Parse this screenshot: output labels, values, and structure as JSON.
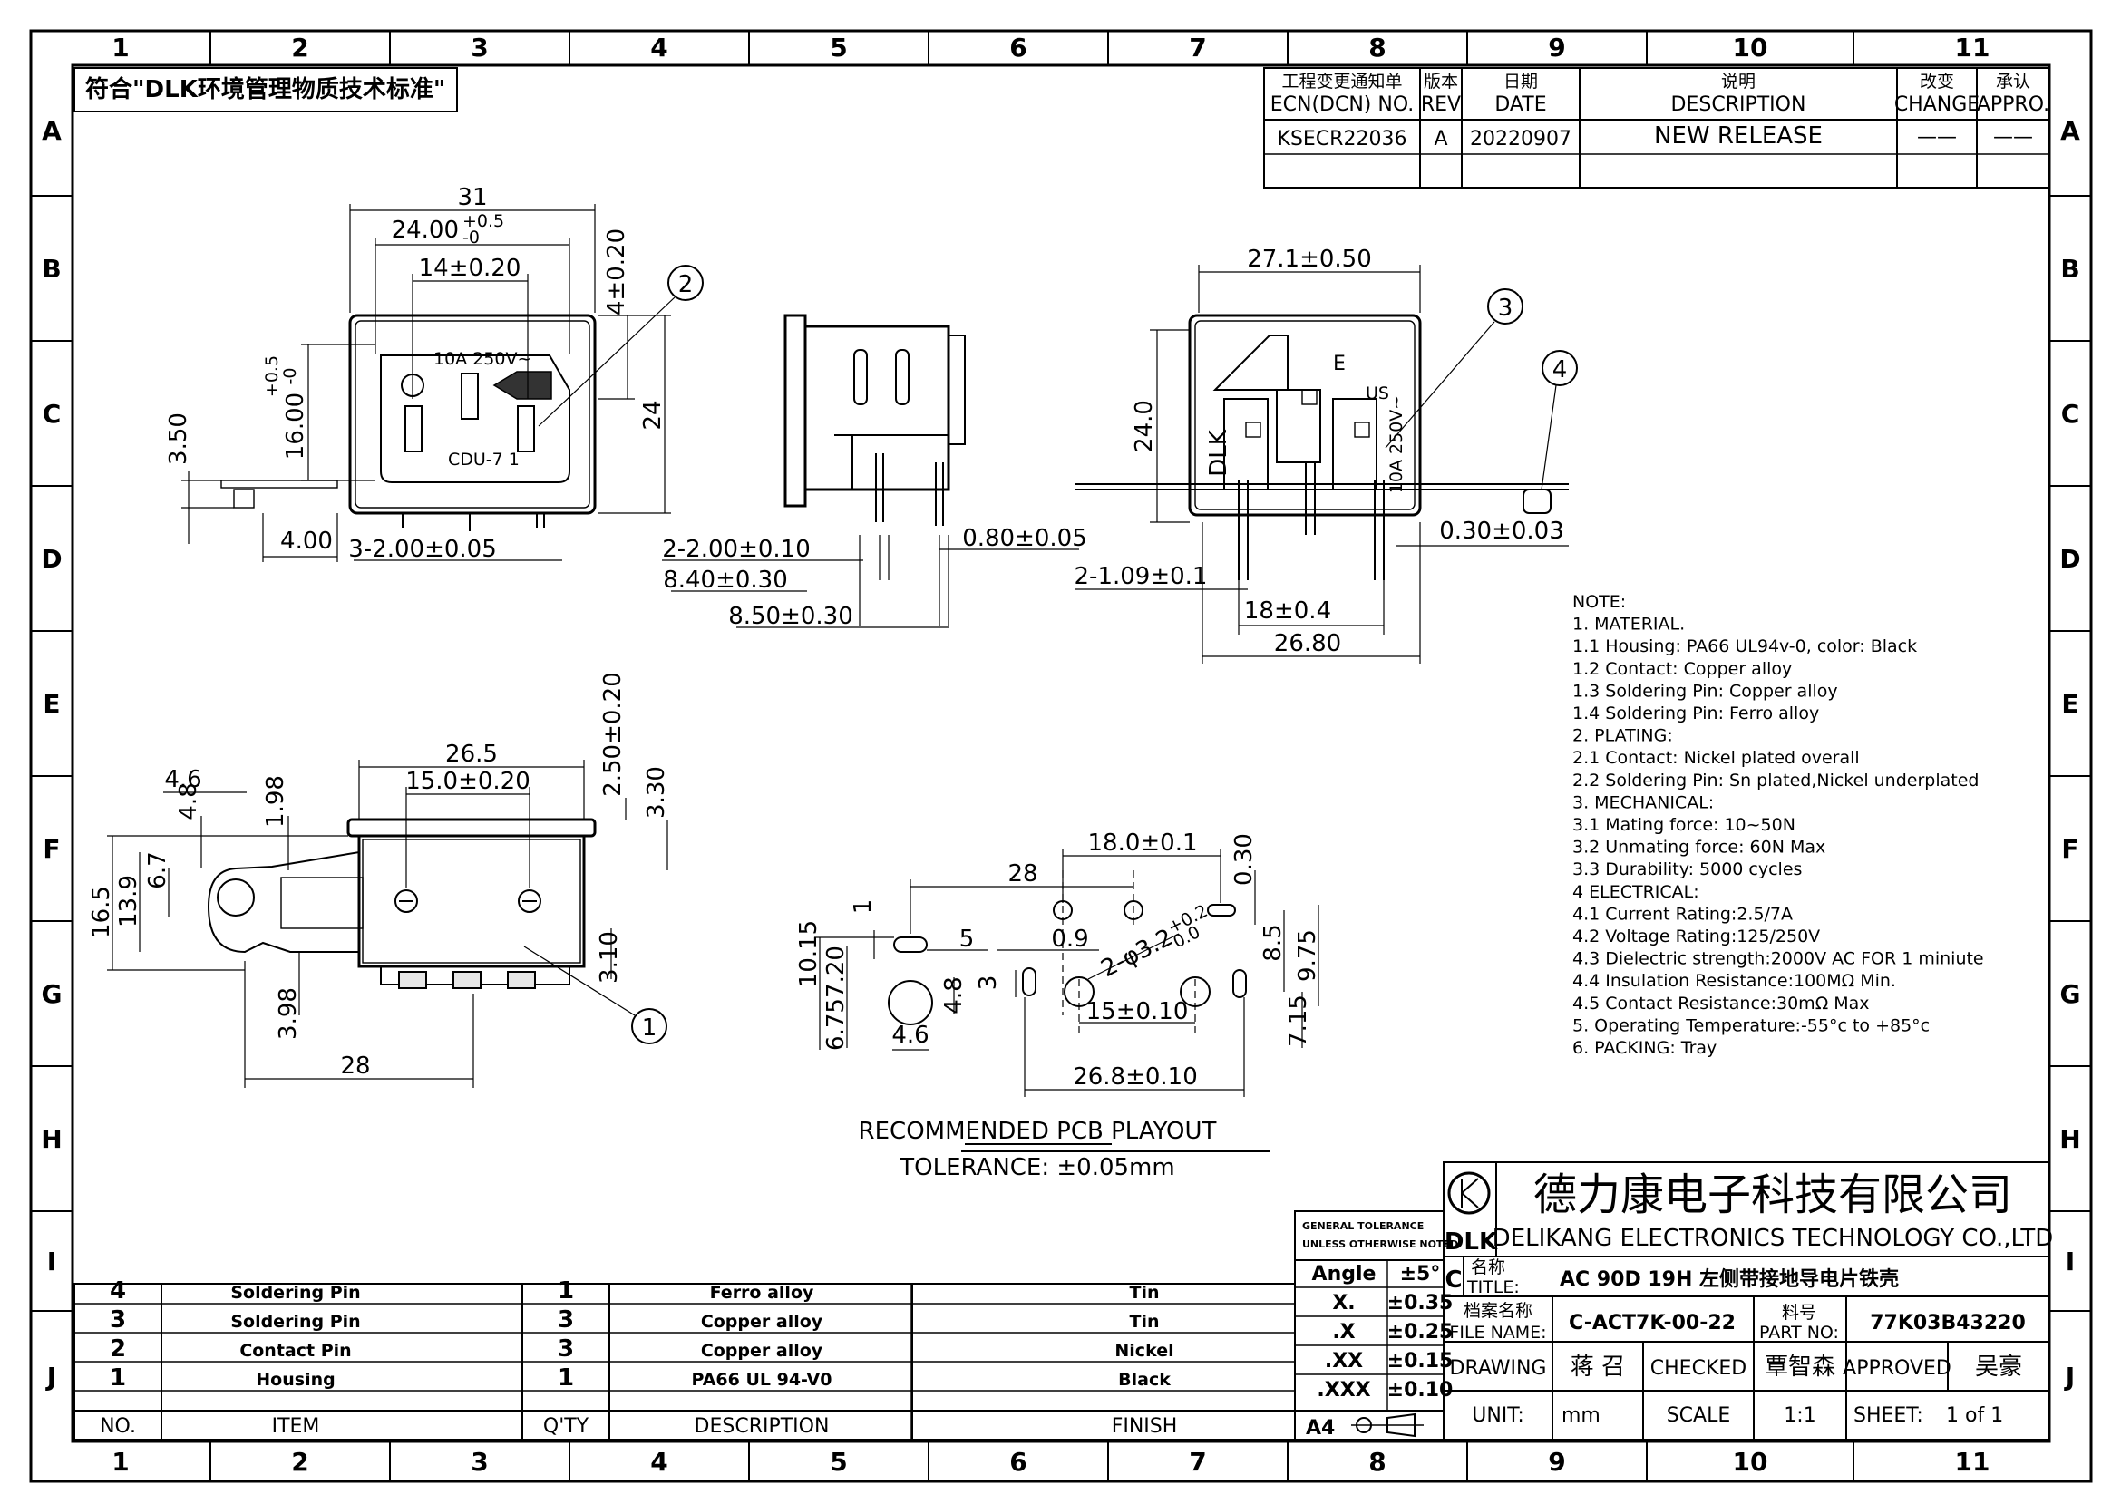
{
  "zones": {
    "columns": [
      "1",
      "2",
      "3",
      "4",
      "5",
      "6",
      "7",
      "8",
      "9",
      "10",
      "11"
    ],
    "rows": [
      "A",
      "B",
      "C",
      "D",
      "E",
      "F",
      "G",
      "H",
      "I",
      "J"
    ]
  },
  "compliance_note": "符合\"DLK环境管理物质技术标准\"",
  "revision_block": {
    "headers": {
      "ecn_cn": "工程变更通知单",
      "ecn_en": "ECN(DCN) NO.",
      "rev_cn": "版本",
      "rev_en": "REV",
      "date_cn": "日期",
      "date_en": "DATE",
      "desc_cn": "说明",
      "desc_en": "DESCRIPTION",
      "change_cn": "改变",
      "change_en": "CHANGE",
      "appro_cn": "承认",
      "appro_en": "APPRO."
    },
    "row": {
      "ecn": "KSECR22036",
      "rev": "A",
      "date": "20220907",
      "description": "NEW RELEASE",
      "change": "——",
      "approval": "——"
    }
  },
  "front_view": {
    "dims": {
      "overall_width": "31",
      "inner_width": "24.00",
      "inner_width_tol_plus": "+0.5",
      "inner_width_tol_minus": "-0",
      "pin_span": "14±0.20",
      "top_offset": "4±0.20",
      "height": "24",
      "inner_height": "16.00",
      "inner_height_tol_plus": "+0.5",
      "inner_height_tol_minus": "-0",
      "flange": "3.50",
      "flange_offset": "4.00",
      "pins": "3-2.00±0.05"
    },
    "marks": {
      "rating": "10A  250V~",
      "model": "CDU-7  1"
    },
    "callout": "2"
  },
  "side_view": {
    "dims": {
      "pin_width": "2-2.00±0.10",
      "d1": "8.40±0.30",
      "d2": "8.50±0.30",
      "d3": "0.80±0.05"
    }
  },
  "rear_view": {
    "dims": {
      "width": "27.1±0.50",
      "height": "24.0",
      "pin_dia": "2-1.09±0.1",
      "pin_span": "18±0.4",
      "base": "26.80",
      "thickness": "0.30±0.03"
    },
    "marks": {
      "brand": "DLK",
      "earth": "E",
      "rating": "10A 250V~",
      "cert": "US"
    },
    "callouts": [
      "3",
      "4"
    ]
  },
  "bottom_view": {
    "dims": {
      "d4_6": "4.6",
      "d26_5": "26.5",
      "d15": "15.0±0.20",
      "d2_5": "2.50±0.20",
      "d3_3": "3.30",
      "d4_8": "4.8",
      "d1_98": "1.98",
      "d16_5": "16.5",
      "d13_9": "13.9",
      "d6_7": "6.7",
      "d3_98": "3.98",
      "d28": "28",
      "d3_10": "3.10"
    },
    "callout": "1"
  },
  "pcb_layout": {
    "dims": {
      "d18": "18.0±0.1",
      "d0_30": "0.30",
      "d28": "28",
      "d1": "1",
      "d10_15": "10.15",
      "d7_20": "7.20",
      "d5": "5",
      "d0_9": "0.9",
      "hole_dia": "2-φ3.2",
      "hole_tol_plus": "+0.2",
      "hole_tol_minus": "0.0",
      "d8_5": "8.5",
      "d9_75": "9.75",
      "d3": "3",
      "d4_8": "4.8",
      "d15": "15±0.10",
      "d6_75": "6.75",
      "d4_6": "4.6",
      "d7_15": "7.15",
      "d26_8": "26.8±0.10"
    },
    "title": "RECOMMENDED PCB PLAYOUT",
    "tolerance": "TOLERANCE: ±0.05mm"
  },
  "notes": [
    "NOTE:",
    "1. MATERIAL.",
    "1.1 Housing: PA66 UL94v-0, color: Black",
    "1.2 Contact: Copper alloy",
    "1.3 Soldering Pin: Copper alloy",
    "1.4 Soldering Pin:  Ferro alloy",
    "2. PLATING:",
    "2.1 Contact: Nickel plated overall",
    "2.2 Soldering Pin: Sn plated,Nickel underplated",
    "3.  MECHANICAL:",
    "3.1 Mating force: 10~50N",
    "3.2 Unmating force: 60N Max",
    "3.3 Durability: 5000 cycles",
    "4  ELECTRICAL:",
    "4.1 Current Rating:2.5/7A",
    "4.2 Voltage Rating:125/250V",
    "4.3 Dielectric strength:2000V AC FOR 1 miniute",
    "4.4 Insulation Resistance:100MΩ Min.",
    "4.5 Contact Resistance:30mΩ Max",
    "5. Operating Temperature:-55°c to +85°c",
    "6. PACKING: Tray"
  ],
  "bom": {
    "headers": {
      "no": "NO.",
      "item": "ITEM",
      "qty": "Q'TY",
      "description": "DESCRIPTION",
      "finish": "FINISH"
    },
    "rows": [
      {
        "no": "4",
        "item": "Soldering Pin",
        "qty": "1",
        "description": "Ferro alloy",
        "finish": "Tin"
      },
      {
        "no": "3",
        "item": "Soldering Pin",
        "qty": "3",
        "description": "Copper alloy",
        "finish": "Tin"
      },
      {
        "no": "2",
        "item": "Contact Pin",
        "qty": "3",
        "description": "Copper alloy",
        "finish": "Nickel"
      },
      {
        "no": "1",
        "item": "Housing",
        "qty": "1",
        "description": "PA66 UL 94-V0",
        "finish": "Black"
      }
    ]
  },
  "tolerance_block": {
    "title1": "GENERAL TOLERANCE",
    "title2": "UNLESS OTHERWISE NOTED",
    "rows": [
      {
        "label": "Angle",
        "value": "±5°"
      },
      {
        "label": "X.",
        "value": "±0.35"
      },
      {
        "label": ".X",
        "value": "±0.25"
      },
      {
        "label": ".XX",
        "value": "±0.15"
      },
      {
        "label": ".XXX",
        "value": "±0.10"
      }
    ],
    "paper": "A4"
  },
  "title_block": {
    "company_cn": "德力康电子科技有限公司",
    "company_en": "DELIKANG ELECTRONICS TECHNOLOGY CO.,LTD",
    "logo_text": "DLK",
    "size": "C",
    "title_label_cn": "名称",
    "title_label_en": "TITLE:",
    "title": "AC 90D 19H  左侧带接地导电片铁壳",
    "doc_label_cn": "档案名称",
    "doc_label_en": "FILE NAME:",
    "doc": "C-ACT7K-00-22",
    "part_label_cn": "料号",
    "part_label_en": "PART NO:",
    "part": "77K03B43220",
    "drawing_label": "DRAWING",
    "drawing": "蒋 召",
    "checked_label": "CHECKED",
    "checked": "覃智森",
    "approved_label": "APPROVED",
    "approved": "吴豪",
    "unit_label": "UNIT:",
    "unit": "mm",
    "scale_label": "SCALE",
    "scale": "1:1",
    "sheet_label": "SHEET:",
    "sheet": "1 of 1"
  }
}
